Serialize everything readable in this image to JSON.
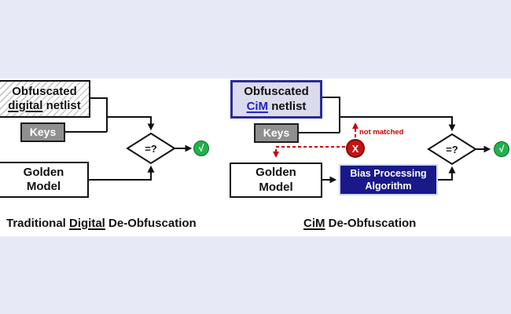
{
  "left_diagram": {
    "obfuscated_box": {
      "line1": "Obfuscated",
      "underlined": "digital",
      "line2_rest": " netlist"
    },
    "keys_label": "Keys",
    "golden_model": {
      "line1": "Golden",
      "line2": "Model"
    },
    "comparator": "=?",
    "check_glyph": "√",
    "caption": {
      "prefix": "Traditional ",
      "underlined": "Digital",
      "suffix": " De-Obfuscation"
    }
  },
  "right_diagram": {
    "obfuscated_box": {
      "line1": "Obfuscated",
      "underlined": "CiM",
      "line2_rest": " netlist"
    },
    "keys_label": "Keys",
    "golden_model": {
      "line1": "Golden",
      "line2": "Model"
    },
    "bias_box": {
      "line1": "Bias Processing",
      "line2": "Algorithm"
    },
    "comparator": "=?",
    "check_glyph": "√",
    "x_glyph": "X",
    "not_matched_label": "not matched",
    "caption": {
      "underlined": "CiM",
      "suffix": " De-Obfuscation"
    }
  },
  "colors": {
    "band_lavender": "#e7e9f7",
    "line_black": "#111111",
    "keys_gray": "#8f8f8f",
    "bias_navy": "#191989",
    "cim_box_border": "#2b2b96",
    "cim_box_fill": "#dbdbee",
    "cim_text_blue": "#2424bf",
    "check_green": "#21b14c",
    "error_red_fill": "#c41414",
    "dashed_red": "#cc0000"
  }
}
